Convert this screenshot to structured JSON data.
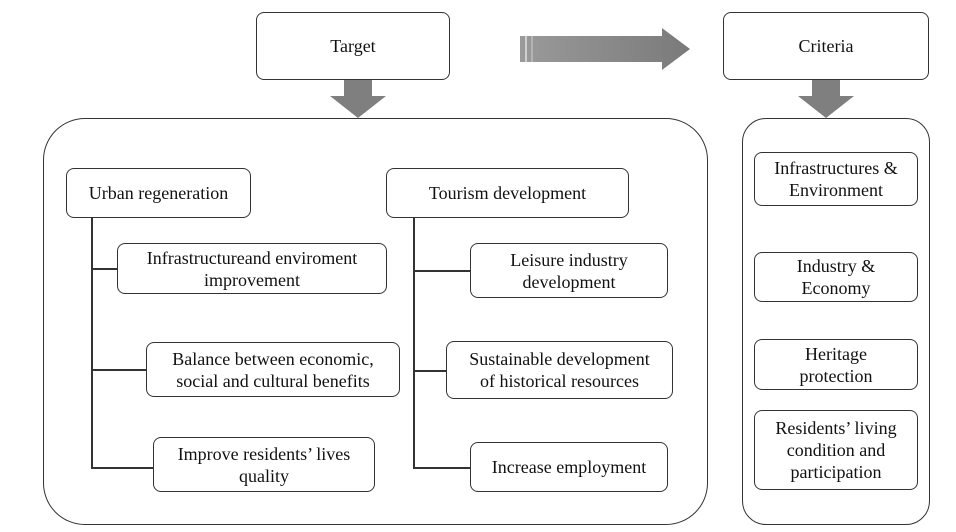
{
  "target": {
    "label": "Target"
  },
  "criteria": {
    "label": "Criteria"
  },
  "urban": {
    "title": "Urban regeneration",
    "items": [
      "Infrastructureand enviroment\nimprovement",
      "Balance between economic,\nsocial and cultural benefits",
      "Improve residents’ lives\nquality"
    ]
  },
  "tourism": {
    "title": "Tourism development",
    "items": [
      "Leisure industry\ndevelopment",
      "Sustainable development\nof historical resources",
      "Increase employment"
    ]
  },
  "criteria_items": [
    "Infrastructures &\nEnvironment",
    "Industry &\nEconomy",
    "Heritage\nprotection",
    "Residents’ living\ncondition and\nparticipation"
  ]
}
